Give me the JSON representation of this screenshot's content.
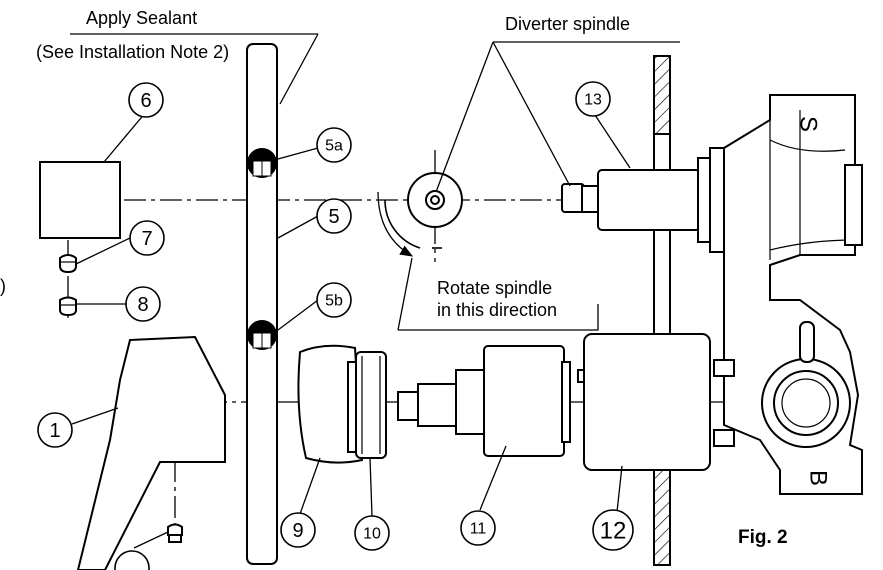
{
  "figure": {
    "caption": "Fig. 2",
    "notes": {
      "sealant_line1": "Apply Sealant",
      "sealant_line2": "(See Installation Note 2)",
      "diverter": "Diverter spindle",
      "rotate_line1": "Rotate spindle",
      "rotate_line2": "in this direction",
      "edge_fragment": ")"
    },
    "callouts": {
      "c1": "1",
      "c5": "5",
      "c5a": "5a",
      "c5b": "5b",
      "c6": "6",
      "c7": "7",
      "c8": "8",
      "c9": "9",
      "c10": "10",
      "c11": "11",
      "c12": "12",
      "c13": "13"
    },
    "markings": {
      "port_s": "S",
      "port_b": "B"
    }
  }
}
